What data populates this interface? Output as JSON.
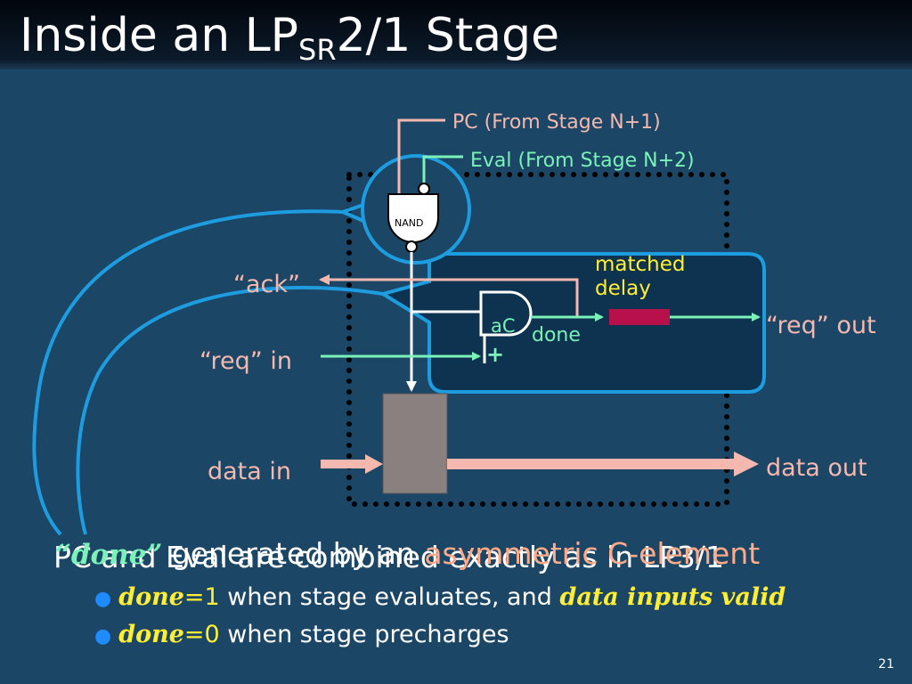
{
  "slide": {
    "title_main": "Inside an LP",
    "title_sub": "SR",
    "title_tail": "2/1 Stage",
    "page_number": "21"
  },
  "diagram": {
    "pc_label": "PC  (From Stage N+1)",
    "eval_label": "Eval  (From Stage N+2)",
    "nand_label": "NAND",
    "matched_delay_line1": "matched",
    "matched_delay_line2": "delay",
    "ack_label": "“ack”",
    "req_in_label": "“req” in",
    "req_out_label": "“req” out",
    "ac_label": "aC",
    "plus_label": "+",
    "done_label": "done",
    "data_in_label": "data in",
    "data_out_label": "data out",
    "colors": {
      "pink": "#f4b8ae",
      "green": "#7af2b8",
      "blue": "#1e9ce0",
      "yellow": "#ffee33",
      "delay": "#b8104a",
      "latch": "#8a8080"
    }
  },
  "text": {
    "overlay_line_a_done": "“done”",
    "overlay_line_a": "PC and Eval are combined exactly as in LP3/1",
    "overlay_line_b_prefix": " generated by an ",
    "overlay_line_b_highlight": "asymmetric C-element",
    "bullets": [
      {
        "var": "done",
        "eq": "=1",
        "rest": " when stage evaluates, and ",
        "tail": "data inputs valid"
      },
      {
        "var": "done",
        "eq": "=0",
        "rest": " when stage precharges",
        "tail": ""
      }
    ]
  }
}
